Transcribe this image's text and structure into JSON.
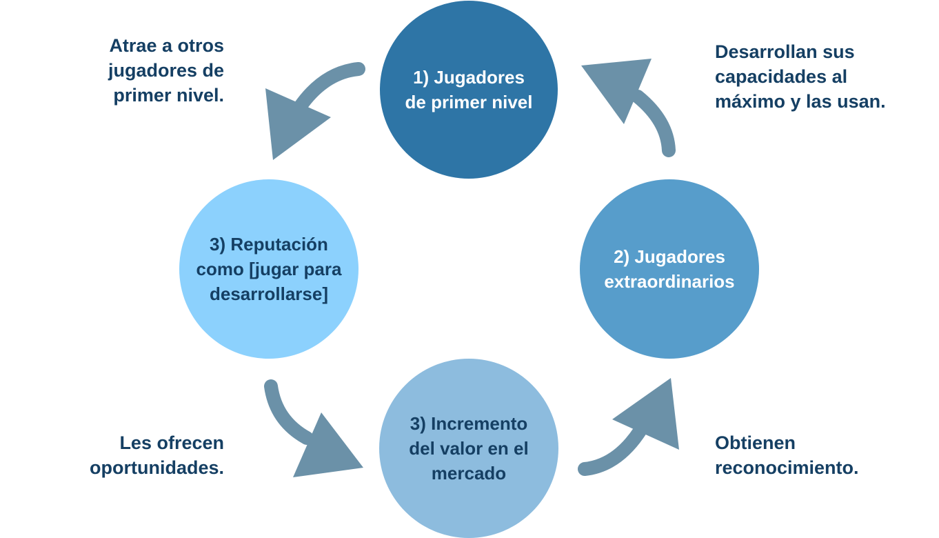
{
  "colors": {
    "arrow": "#6b91a8",
    "text": "#153f63",
    "c1": "#2e75a6",
    "c2": "#579dcb",
    "c3": "#8dbcde",
    "c4": "#8cd1fd"
  },
  "circles": [
    {
      "line1": "1) Jugadores",
      "line2": "de primer nivel"
    },
    {
      "line1": "2) Jugadores",
      "line2": "extraordinarios"
    },
    {
      "line1": "3) Incremento",
      "line2": "del valor en el",
      "line3": "mercado"
    },
    {
      "line1": "3) Reputación",
      "line2": "como [jugar para",
      "line3": "desarrollarse]"
    }
  ],
  "labels": {
    "top_left": [
      "Atrae a otros",
      "jugadores de",
      "primer nivel."
    ],
    "top_right": [
      "Desarrollan sus",
      "capacidades al",
      "máximo y las usan."
    ],
    "bottom_right": [
      "Obtienen",
      "reconocimiento."
    ],
    "bottom_left": [
      "Les ofrecen",
      "oportunidades."
    ]
  }
}
